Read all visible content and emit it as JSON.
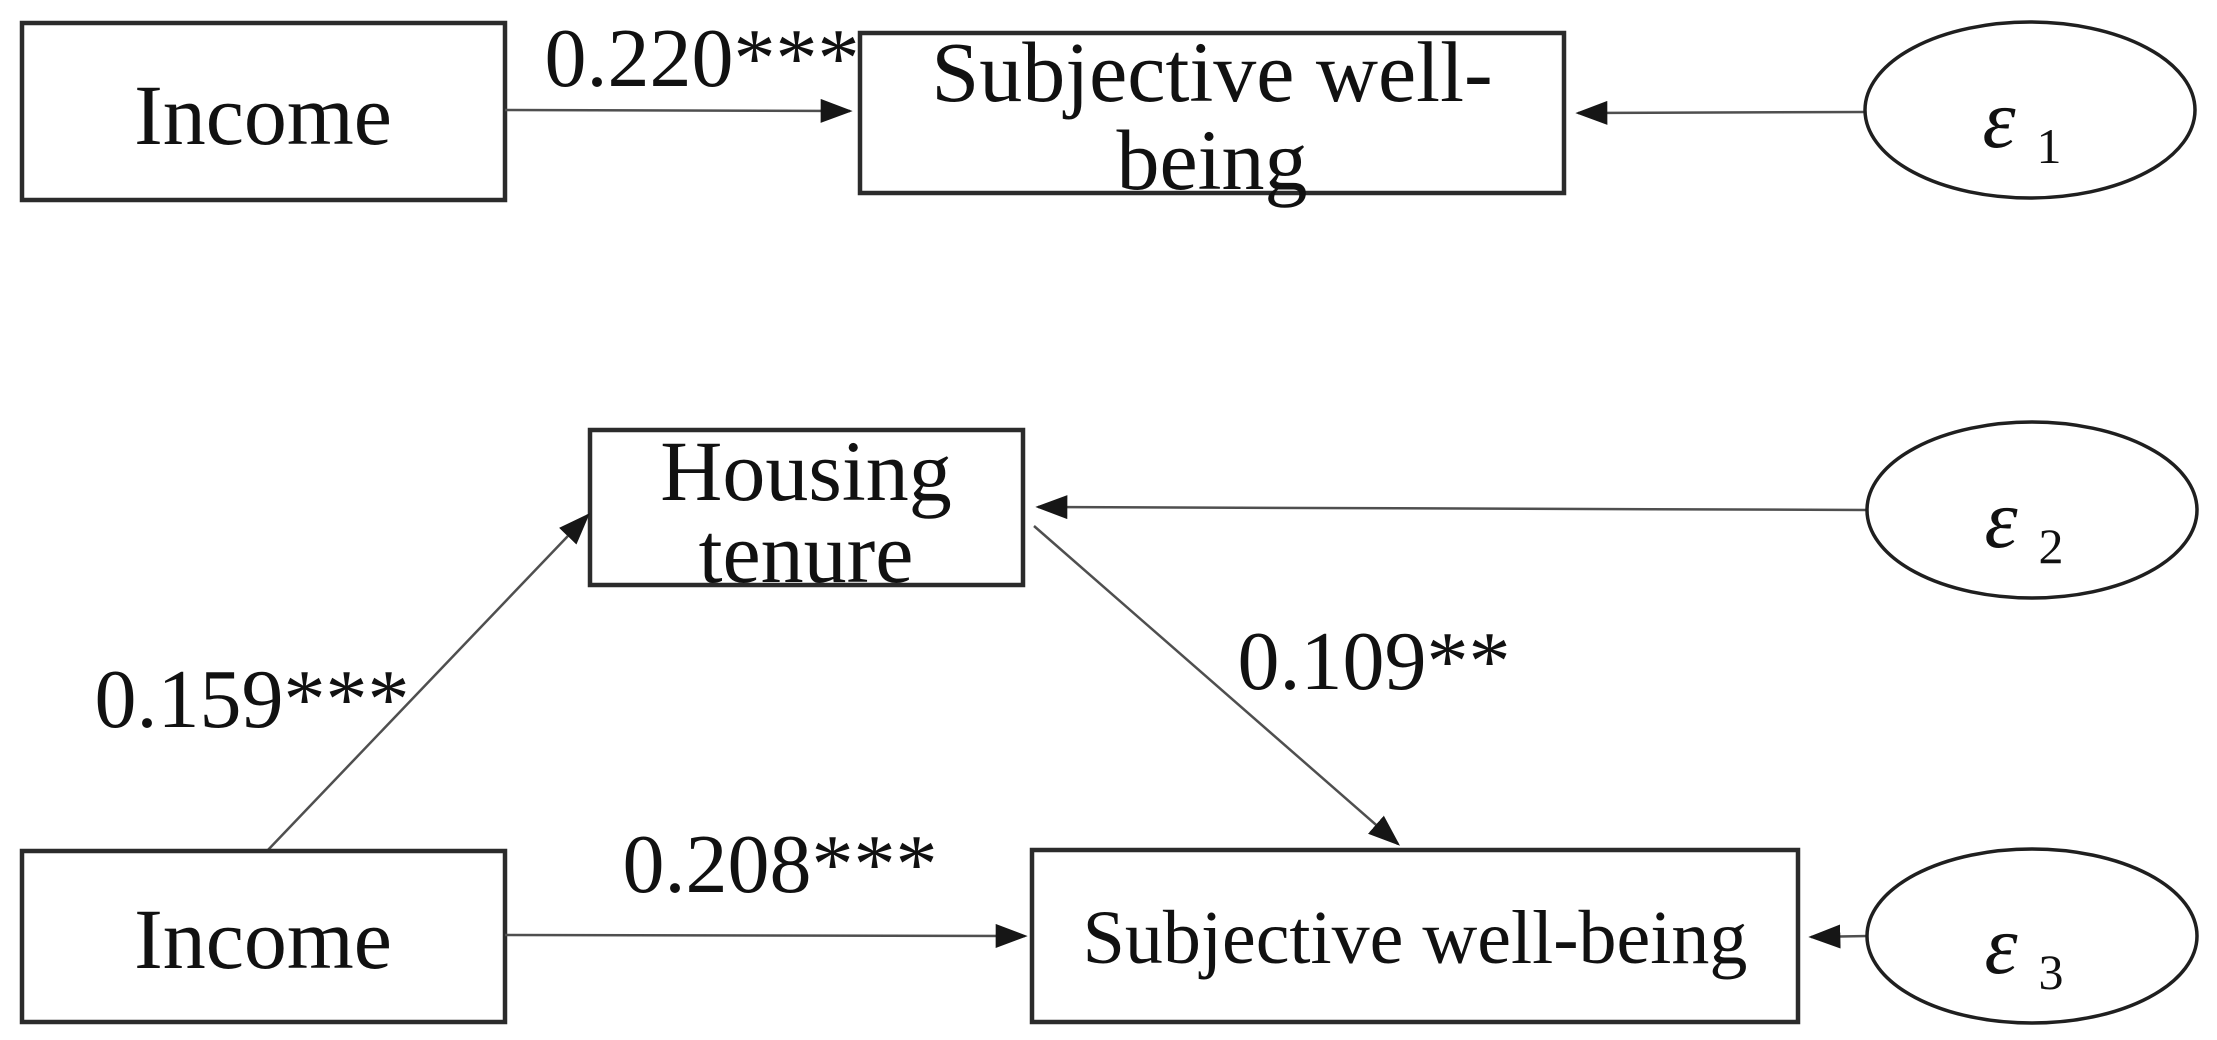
{
  "diagram": {
    "type": "structural-equation-path-diagram",
    "colors": {
      "background": "#ffffff",
      "box_border": "#2b2b2b",
      "ellipse_border": "#1f1f1f",
      "line": "#4f4f4f",
      "arrowhead": "#161616",
      "text": "#111111"
    },
    "top_model": {
      "income": {
        "label": "Income"
      },
      "swb": {
        "label": "Subjective well-being",
        "line1": "Subjective well-",
        "line2": "being"
      },
      "error": {
        "symbol": "ε",
        "subscript": "1"
      },
      "paths": {
        "income_to_swb": {
          "coefficient": "0.220***",
          "from": "Income",
          "to": "Subjective well-being"
        },
        "error_to_swb": {
          "from": "ε1",
          "to": "Subjective well-being"
        }
      }
    },
    "bottom_model": {
      "income": {
        "label": "Income"
      },
      "housing": {
        "label": "Housing tenure",
        "line1": "Housing",
        "line2": "tenure"
      },
      "swb": {
        "label": "Subjective well-being"
      },
      "errors": {
        "housing": {
          "symbol": "ε",
          "subscript": "2"
        },
        "swb": {
          "symbol": "ε",
          "subscript": "3"
        }
      },
      "paths": {
        "income_to_housing": {
          "coefficient": "0.159***",
          "from": "Income",
          "to": "Housing tenure"
        },
        "housing_to_swb": {
          "coefficient": "0.109**",
          "from": "Housing tenure",
          "to": "Subjective well-being"
        },
        "income_to_swb": {
          "coefficient": "0.208***",
          "from": "Income",
          "to": "Subjective well-being"
        },
        "error2_to_housing": {
          "from": "ε2",
          "to": "Housing tenure"
        },
        "error3_to_swb": {
          "from": "ε3",
          "to": "Subjective well-being"
        }
      }
    }
  }
}
